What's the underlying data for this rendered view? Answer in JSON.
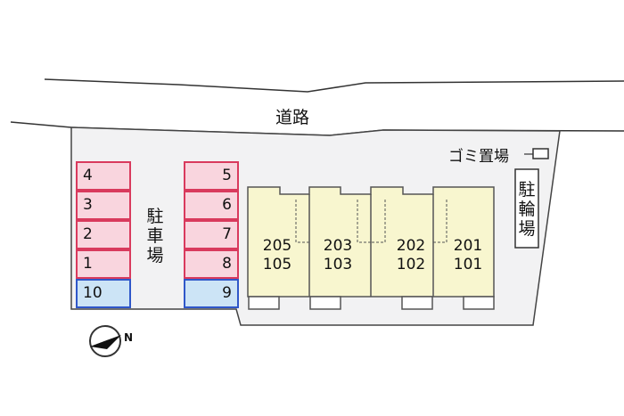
{
  "road_label": "道路",
  "garbage_label": "ゴミ置場",
  "parking_label": "駐車場",
  "bicycle_label": "駐輪場",
  "compass_label": "N",
  "parking_left": [
    {
      "number": "4",
      "color": "pink"
    },
    {
      "number": "3",
      "color": "pink"
    },
    {
      "number": "2",
      "color": "pink"
    },
    {
      "number": "1",
      "color": "pink"
    },
    {
      "number": "10",
      "color": "blue"
    }
  ],
  "parking_right": [
    {
      "number": "5",
      "color": "pink"
    },
    {
      "number": "6",
      "color": "pink"
    },
    {
      "number": "7",
      "color": "pink"
    },
    {
      "number": "8",
      "color": "pink"
    },
    {
      "number": "9",
      "color": "blue"
    }
  ],
  "units": [
    {
      "upper": "205",
      "lower": "105"
    },
    {
      "upper": "203",
      "lower": "103"
    },
    {
      "upper": "202",
      "lower": "102"
    },
    {
      "upper": "201",
      "lower": "101"
    }
  ],
  "colors": {
    "pink_fill": "#f9d5de",
    "pink_border": "#d93a5d",
    "blue_fill": "#cce4f6",
    "blue_border": "#2f57c9",
    "building_fill": "#f8f6cf",
    "lot_fill": "#f2f2f3"
  }
}
